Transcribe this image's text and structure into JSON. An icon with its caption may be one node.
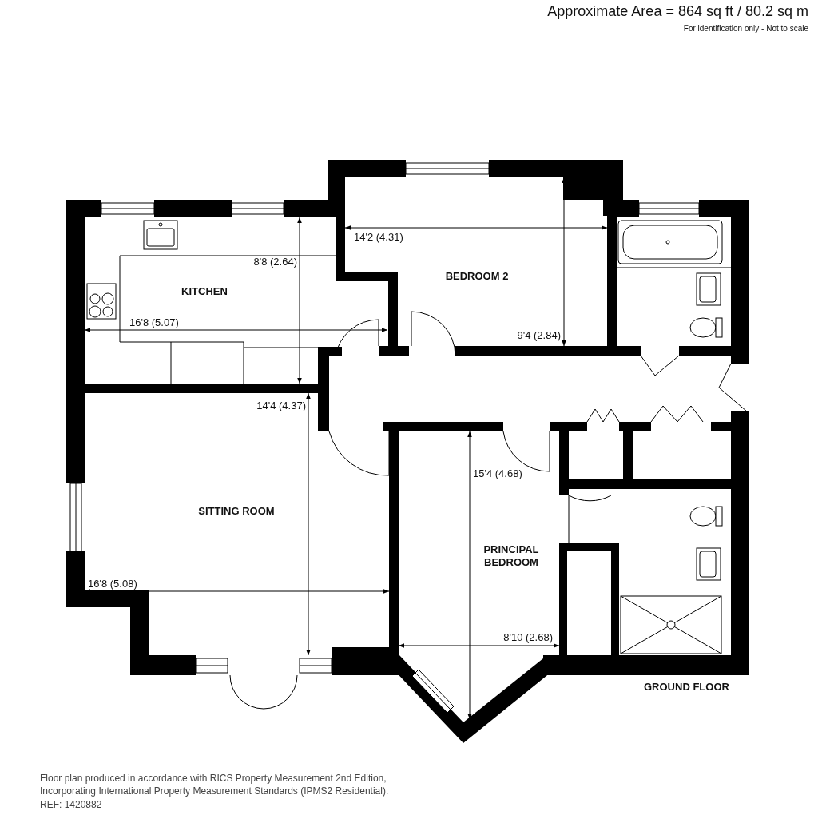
{
  "diagram": {
    "title": "Approximate Area = 864 sq ft / 80.2 sq m",
    "labels": [
      "For identification only - Not to scale",
      "14'2 (4.31)",
      "8'8 (2.64)",
      "BEDROOM 2",
      "KITCHEN",
      "16'8 (5.07)",
      "9'4 (2.84)",
      "14'4 (4.37)",
      "15'4 (4.68)",
      "SITTING ROOM",
      "PRINCIPAL BEDROOM",
      "16'8 (5.08)",
      "8'10 (2.68)",
      "GROUND FLOOR",
      "Floor plan produced in accordance with RICS Property Measurement 2nd Edition, Incorporating International Property Measurement Standards (IPMS2 Residential).",
      "REF: 1420882"
    ]
  }
}
